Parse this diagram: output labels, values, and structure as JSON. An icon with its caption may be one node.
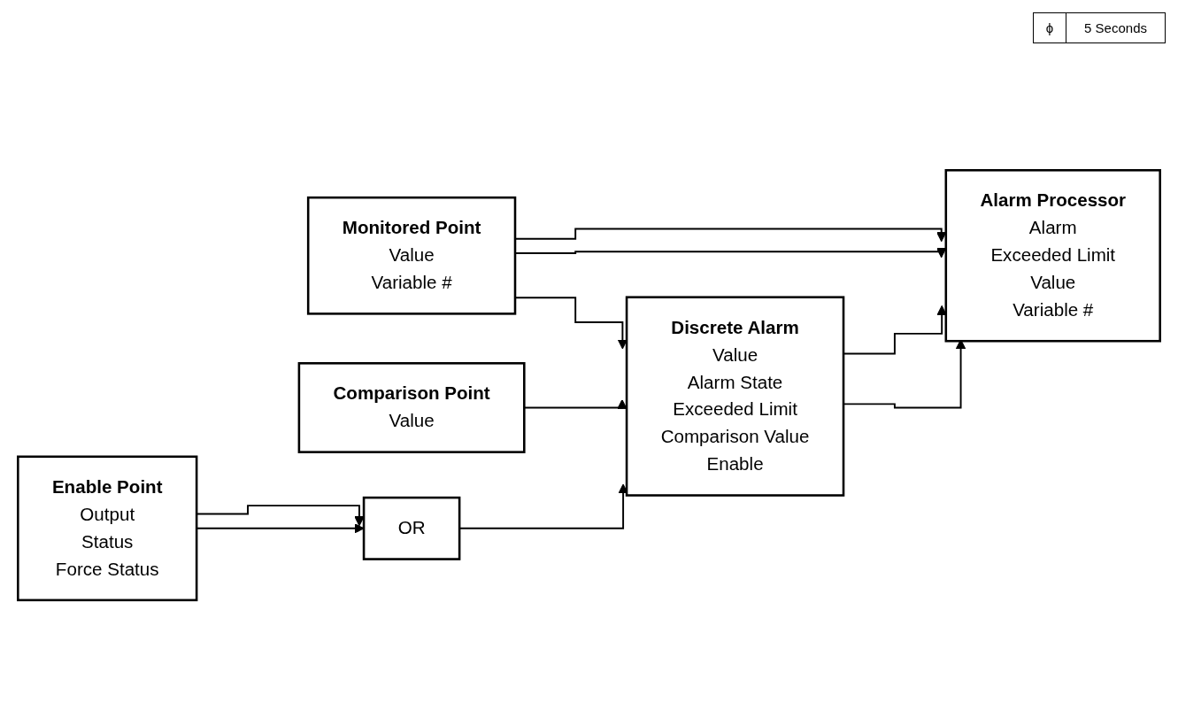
{
  "diagram": {
    "nodes": [
      {
        "text": [
          "Monitored Point",
          "Value",
          "Variable #"
        ]
      },
      {
        "text": [
          "Comparison Point",
          "Value"
        ]
      },
      {
        "text": [
          "Enable Point",
          "Output",
          "Status",
          "Force Status"
        ]
      },
      {
        "text": [
          "OR"
        ]
      },
      {
        "text": [
          "Discrete Alarm",
          "Value",
          "Alarm State",
          "Exceeded Limit",
          "Comparison Value",
          "Enable"
        ]
      },
      {
        "text": [
          "Alarm Processor",
          "Alarm",
          "Exceeded Limit",
          "Value",
          "Variable #"
        ]
      }
    ],
    "edges": [
      {
        "from": 0,
        "to": 4,
        "arrow": "to"
      },
      {
        "from": 0,
        "to": 5,
        "arrow": "to"
      },
      {
        "from": 0,
        "to": 5,
        "arrow": "to"
      },
      {
        "from": 1,
        "to": 4,
        "arrow": "to"
      },
      {
        "from": 2,
        "to": 3,
        "arrow": "to"
      },
      {
        "from": 2,
        "to": 3,
        "arrow": "to"
      },
      {
        "from": 3,
        "to": 4,
        "arrow": "to"
      },
      {
        "from": 4,
        "to": 5,
        "arrow": "to"
      },
      {
        "from": 4,
        "to": 5,
        "arrow": "to"
      }
    ],
    "labels": [
      "ϕ",
      "5 Seconds"
    ]
  }
}
